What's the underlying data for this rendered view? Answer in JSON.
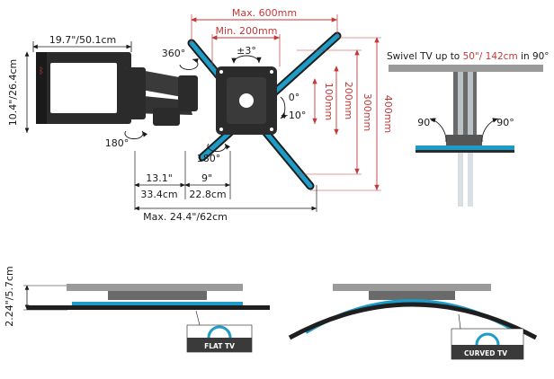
{
  "colors": {
    "red_dim": "#c03a3a",
    "black_dim": "#1a1a1a",
    "mount_dark": "#2b2b2b",
    "mount_mid": "#3a3a3a",
    "wall_gray": "#9a9a9a",
    "blue": "#1e9cc8",
    "logo_red": "#d23a3a"
  },
  "main_mount": {
    "arm_width": "19.7\"/50.1cm",
    "arm_height": "10.4\"/26.4cm",
    "rotate_360": "360°",
    "tilt_3": "±3°",
    "max_600": "Max. 600mm",
    "min_200": "Min. 200mm",
    "dim_100": "100mm",
    "dim_200": "200mm",
    "dim_300": "300mm",
    "dim_400": "400mm",
    "tilt_0": "0°",
    "tilt_plus10": "+10°",
    "swivel_180_left": "180°",
    "swivel_180_right": "180°",
    "dim_13_1": "13.1\"",
    "dim_9": "9\"",
    "dim_33_4": "33.4cm",
    "dim_22_8": "22.8cm",
    "max_depth": "Max. 24.4\"/62cm",
    "logo_text": "ᛒ"
  },
  "swivel_view": {
    "prefix": "Swivel TV up to ",
    "size": "50\"/ 142cm",
    "mid": " in ",
    "angle": "90°",
    "left_angle": "90°",
    "right_angle": "90°"
  },
  "flat_view": {
    "profile_height": "2.24\"/5.7cm",
    "label": "FLAT TV"
  },
  "curved_view": {
    "label": "CURVED TV"
  }
}
